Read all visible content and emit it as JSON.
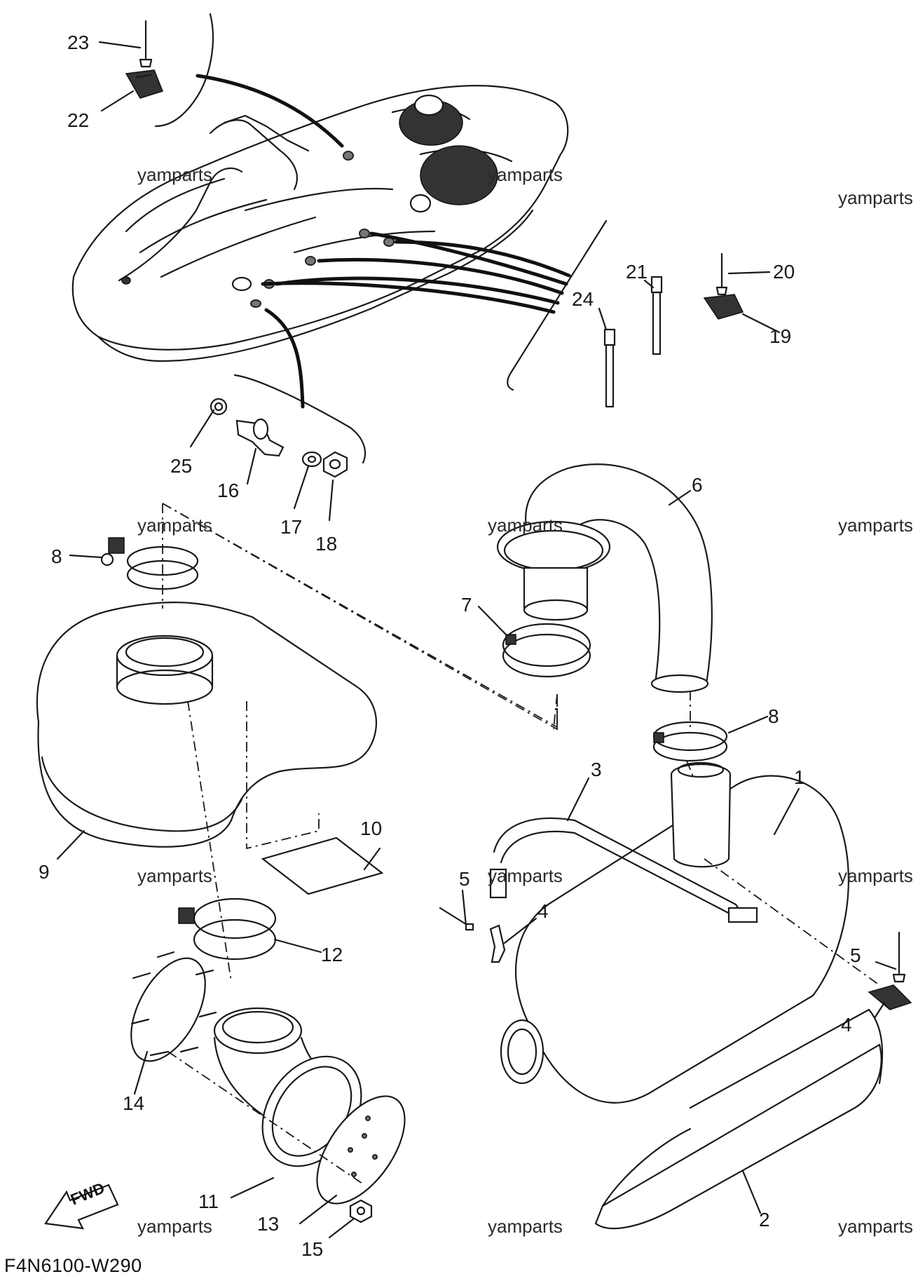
{
  "diagram": {
    "code": "F4N6100-W290",
    "direction_label": "FWD",
    "watermark": "yamparts",
    "callouts": [
      "23",
      "22",
      "24",
      "21",
      "20",
      "19",
      "25",
      "16",
      "17",
      "18",
      "6",
      "8",
      "7",
      "8",
      "3",
      "1",
      "9",
      "10",
      "5",
      "4",
      "5",
      "4",
      "12",
      "14",
      "11",
      "13",
      "15",
      "2"
    ]
  }
}
